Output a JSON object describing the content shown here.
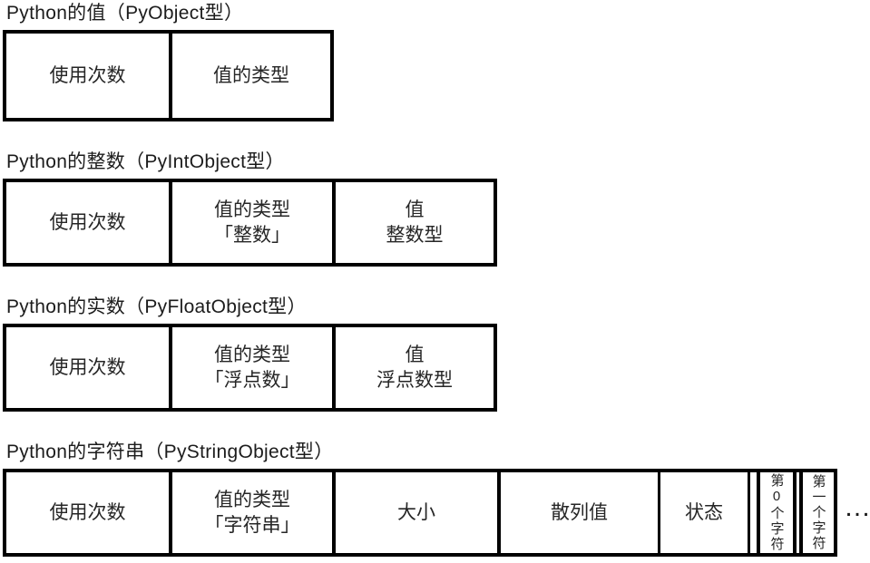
{
  "colors": {
    "border": "#000000",
    "text": "#262626",
    "background": "#ffffff"
  },
  "ellipsis": "…",
  "sections": [
    {
      "title": "Python的值（PyObject型）",
      "cells": [
        {
          "lines": [
            "使用次数"
          ]
        },
        {
          "lines": [
            "值的类型"
          ]
        }
      ]
    },
    {
      "title": "Python的整数（PyIntObject型）",
      "cells": [
        {
          "lines": [
            "使用次数"
          ]
        },
        {
          "lines": [
            "值的类型",
            "「整数」"
          ]
        },
        {
          "lines": [
            "值",
            "整数型"
          ]
        }
      ]
    },
    {
      "title": "Python的实数（PyFloatObject型）",
      "cells": [
        {
          "lines": [
            "使用次数"
          ]
        },
        {
          "lines": [
            "值的类型",
            "「浮点数」"
          ]
        },
        {
          "lines": [
            "值",
            "浮点数型"
          ]
        }
      ]
    },
    {
      "title": "Python的字符串（PyStringObject型）",
      "cells": [
        {
          "lines": [
            "使用次数"
          ]
        },
        {
          "lines": [
            "值的类型",
            "「字符串」"
          ]
        },
        {
          "lines": [
            "大小"
          ]
        },
        {
          "lines": [
            "散列值"
          ]
        },
        {
          "lines": [
            "状态"
          ]
        },
        {
          "lines": [
            "第0个字符"
          ],
          "vertical": true
        },
        {
          "lines": [
            "第一个字符"
          ],
          "vertical": true
        }
      ]
    }
  ]
}
